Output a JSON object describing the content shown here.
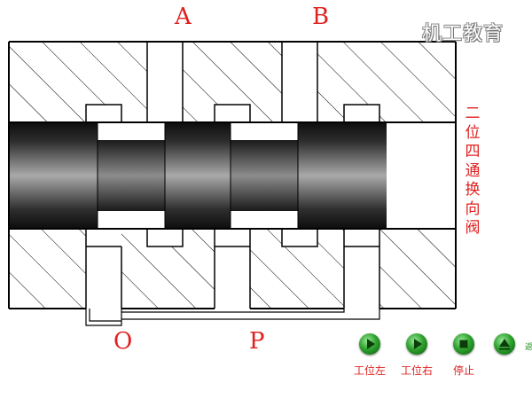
{
  "ports": {
    "a": "A",
    "b": "B",
    "o": "O",
    "p": "P"
  },
  "title_vertical": [
    "二",
    "位",
    "四",
    "通",
    "换",
    "向",
    "阀"
  ],
  "watermark": "机工教育",
  "controls": [
    {
      "label": "工位左",
      "icon": "play-icon"
    },
    {
      "label": "工位右",
      "icon": "play-icon"
    },
    {
      "label": "停止",
      "icon": "stop-icon"
    },
    {
      "label": "",
      "icon": "eject-icon"
    }
  ],
  "controls_extra_label": "返",
  "colors": {
    "label_red": "#e02020",
    "button_green": "#2fa32f",
    "outline": "#000000"
  }
}
